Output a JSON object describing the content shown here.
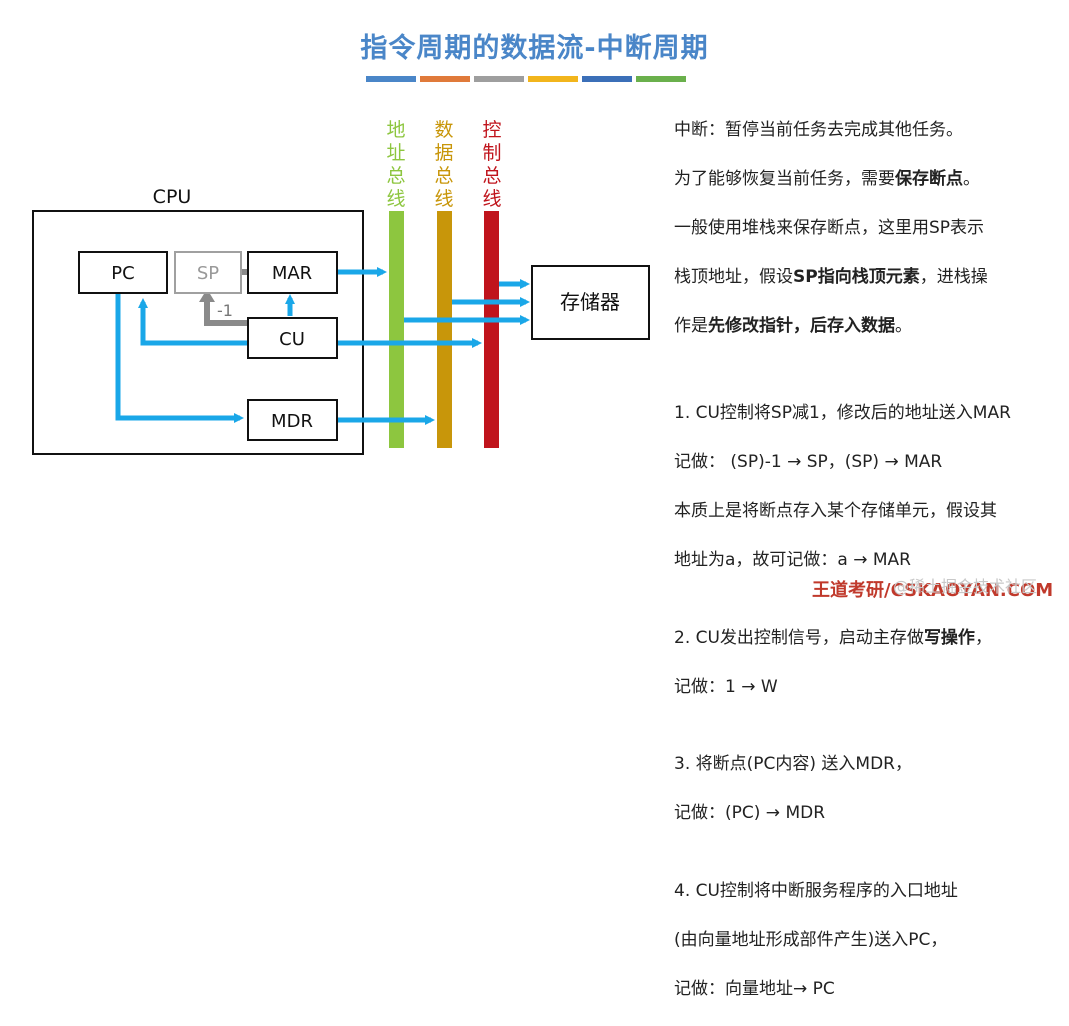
{
  "title": "指令周期的数据流-中断周期",
  "title_bar_colors": [
    "#4a86c8",
    "#e07a3a",
    "#9e9e9e",
    "#f2b51c",
    "#3b6fb8",
    "#6ab04c"
  ],
  "diagram": {
    "cpu_label": "CPU",
    "pc": "PC",
    "sp": "SP",
    "mar": "MAR",
    "cu": "CU",
    "mdr": "MDR",
    "minus_one": "-1",
    "memory": "存储器",
    "address_bus": [
      "地",
      "址",
      "总",
      "线"
    ],
    "data_bus": [
      "数",
      "据",
      "总",
      "线"
    ],
    "control_bus": [
      "控",
      "制",
      "总",
      "线"
    ],
    "colors": {
      "address_bus": "#8dc63f",
      "data_bus": "#c8960a",
      "control_bus": "#c0141c",
      "arrow": "#1aa7e8",
      "sp_arrow": "#8a8a8a"
    }
  },
  "notes": {
    "p1": "中断：暂停当前任务去完成其他任务。",
    "p2a": "为了能够恢复当前任务，需要",
    "p2b": "保存断点",
    "p2c": "。",
    "p3": "一般使用堆栈来保存断点，这里用SP表示",
    "p4a": "栈顶地址，假设",
    "p4b": "SP指向栈顶元素",
    "p4c": "，进栈操",
    "p5a": "作是",
    "p5b": "先修改指针，后存入数据",
    "p5c": "。",
    "s1a": "1. CU控制将SP减1，修改后的地址送入MAR",
    "s1b": "记做：  (SP)-1 → SP，(SP) → MAR",
    "s1c": "本质上是将断点存入某个存储单元，假设其",
    "s1d": "地址为a，故可记做：a → MAR",
    "s2a": "2. CU发出控制信号，启动主存做",
    "s2b": "写操作",
    "s2c": "，",
    "s2d": "记做：1 → W",
    "s3a": "3. 将断点(PC内容) 送入MDR，",
    "s3b": "记做：(PC) → MDR",
    "s4a": "4. CU控制将中断服务程序的入口地址",
    "s4b": "(由向量地址形成部件产生)送入PC，",
    "s4c": "记做：向量地址→ PC"
  },
  "watermark": {
    "brand": "王道考研/CSKAOYAN.COM",
    "community": "@稀土掘金技术社区"
  }
}
